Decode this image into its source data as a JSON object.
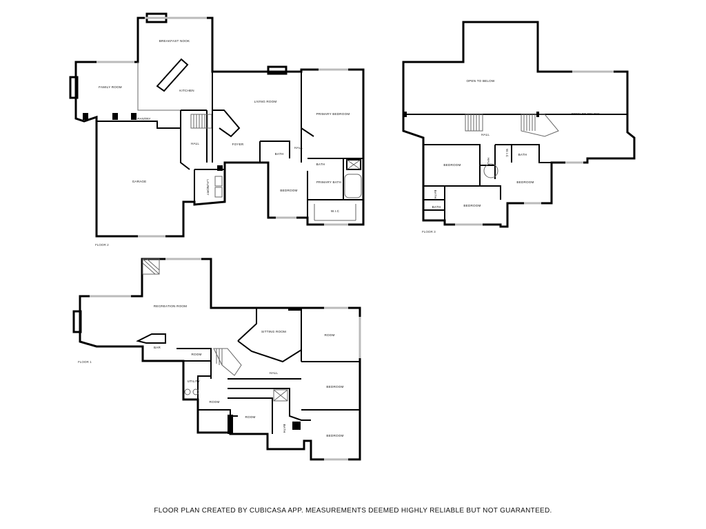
{
  "floor2": {
    "label": "FLOOR 2",
    "rooms": {
      "breakfast_nook": "BREAKFAST NOOK",
      "family_room": "FAMILY ROOM",
      "kitchen": "KITCHEN",
      "pantry": "PANTRY",
      "living_room": "LIVING ROOM",
      "primary_bedroom": "PRIMARY BEDROOM",
      "hall": "HALL",
      "foyer": "FOYER",
      "hall2": "HALL",
      "bath": "BATH",
      "bath2": "BATH",
      "garage": "GARAGE",
      "laundry": "LAUNDRY",
      "bedroom": "BEDROOM",
      "primary_bath": "PRIMARY BATH",
      "wic": "W.I.C"
    }
  },
  "floor3": {
    "label": "FLOOR 3",
    "rooms": {
      "open_to_below": "OPEN TO BELOW",
      "open_to_below2": "OPEN TO BELOW",
      "hall": "HALL",
      "bedroom1": "BEDROOM",
      "hall_v": "HALL",
      "wic": "W.I.C",
      "bath": "BATH",
      "bedroom2": "BEDROOM",
      "bath2": "BATH",
      "bath3": "BATH",
      "bedroom3": "BEDROOM"
    }
  },
  "floor1": {
    "label": "FLOOR 1",
    "rooms": {
      "recreation_room": "RECREATION ROOM",
      "sitting_room": "SITTING ROOM",
      "room1": "ROOM",
      "bar": "BAR",
      "room2": "ROOM",
      "utility": "UTILITY",
      "hall": "HALL",
      "bedroom1": "BEDROOM",
      "room3": "ROOM",
      "room4": "ROOM",
      "bath": "BATH",
      "bedroom2": "BEDROOM"
    }
  },
  "footer": "FLOOR PLAN CREATED BY CUBICASA APP. MEASUREMENTS DEEMED HIGHLY RELIABLE BUT NOT GUARANTEED."
}
